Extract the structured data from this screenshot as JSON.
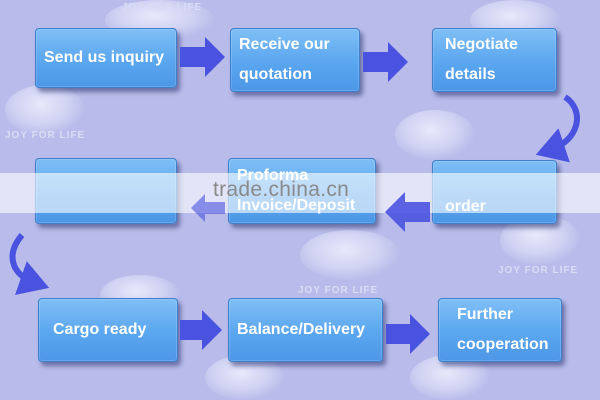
{
  "colors": {
    "background": "#b9bcea",
    "box_fill": "#5aa6ef",
    "arrow": "#4a52e0"
  },
  "watermark": {
    "brand": "JOY",
    "tagline": "JOY FOR LIFE",
    "site": "trade.china.cn"
  },
  "steps": {
    "send_inquiry": "Send us inquiry",
    "receive_quotation_1": "Receive our",
    "receive_quotation_2": "quotation",
    "negotiate_1": "Negotiate",
    "negotiate_2": "details",
    "confirm_order_2": "order",
    "proforma_1": "Proforma",
    "proforma_2": "Invoice/Deposit",
    "cargo_ready": "Cargo ready",
    "balance_delivery": "Balance/Delivery",
    "further_1": "Further",
    "further_2": "cooperation"
  }
}
